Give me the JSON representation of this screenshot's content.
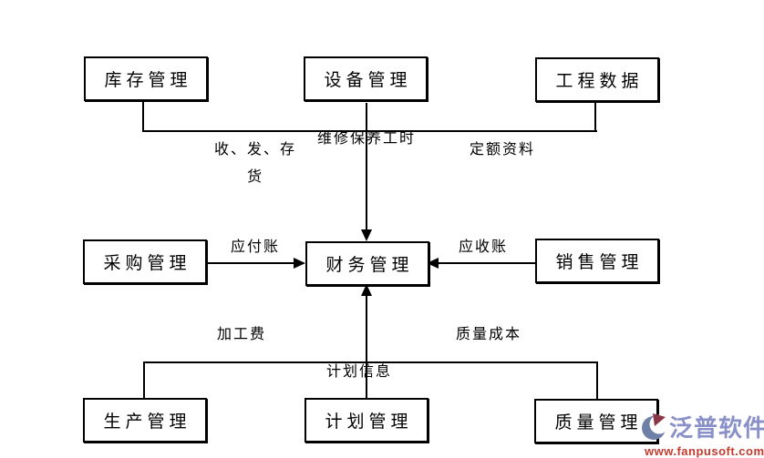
{
  "diagram": {
    "type": "flow-diagram",
    "description": "ERP module relationship diagram: eight management modules feed data into central financial management",
    "nodes": [
      {
        "id": "inventory",
        "label": "库存管理"
      },
      {
        "id": "equipment",
        "label": "设备管理"
      },
      {
        "id": "engineering-data",
        "label": "工程数据"
      },
      {
        "id": "purchasing",
        "label": "采购管理"
      },
      {
        "id": "finance",
        "label": "财务管理"
      },
      {
        "id": "sales",
        "label": "销售管理"
      },
      {
        "id": "production",
        "label": "生产管理"
      },
      {
        "id": "planning",
        "label": "计划管理"
      },
      {
        "id": "quality",
        "label": "质量管理"
      }
    ],
    "edges": [
      {
        "from": "inventory",
        "to": "finance",
        "label": "收、发、存货",
        "label_lines": [
          "收、发、存",
          "货"
        ]
      },
      {
        "from": "equipment",
        "to": "finance",
        "label": "维修保养工时"
      },
      {
        "from": "engineering-data",
        "to": "finance",
        "label": "定额资料"
      },
      {
        "from": "purchasing",
        "to": "finance",
        "label": "应付账"
      },
      {
        "from": "sales",
        "to": "finance",
        "label": "应收账"
      },
      {
        "from": "production",
        "to": "finance",
        "label": "加工费"
      },
      {
        "from": "quality",
        "to": "finance",
        "label": "质量成本"
      },
      {
        "from": "planning",
        "to": "finance",
        "label": "计划信息"
      }
    ],
    "colors": {
      "background": "#ffffff",
      "line": "#000000",
      "node_border": "#000000",
      "node_fill": "#ffffff",
      "text": "#000000"
    }
  },
  "logo": {
    "brand_name": "泛普软件",
    "website": "www.fanpusoft.com",
    "brand_color": "#8a90c8",
    "website_color": "#c23b2e",
    "icon": "fanpu-crescent-mark"
  }
}
